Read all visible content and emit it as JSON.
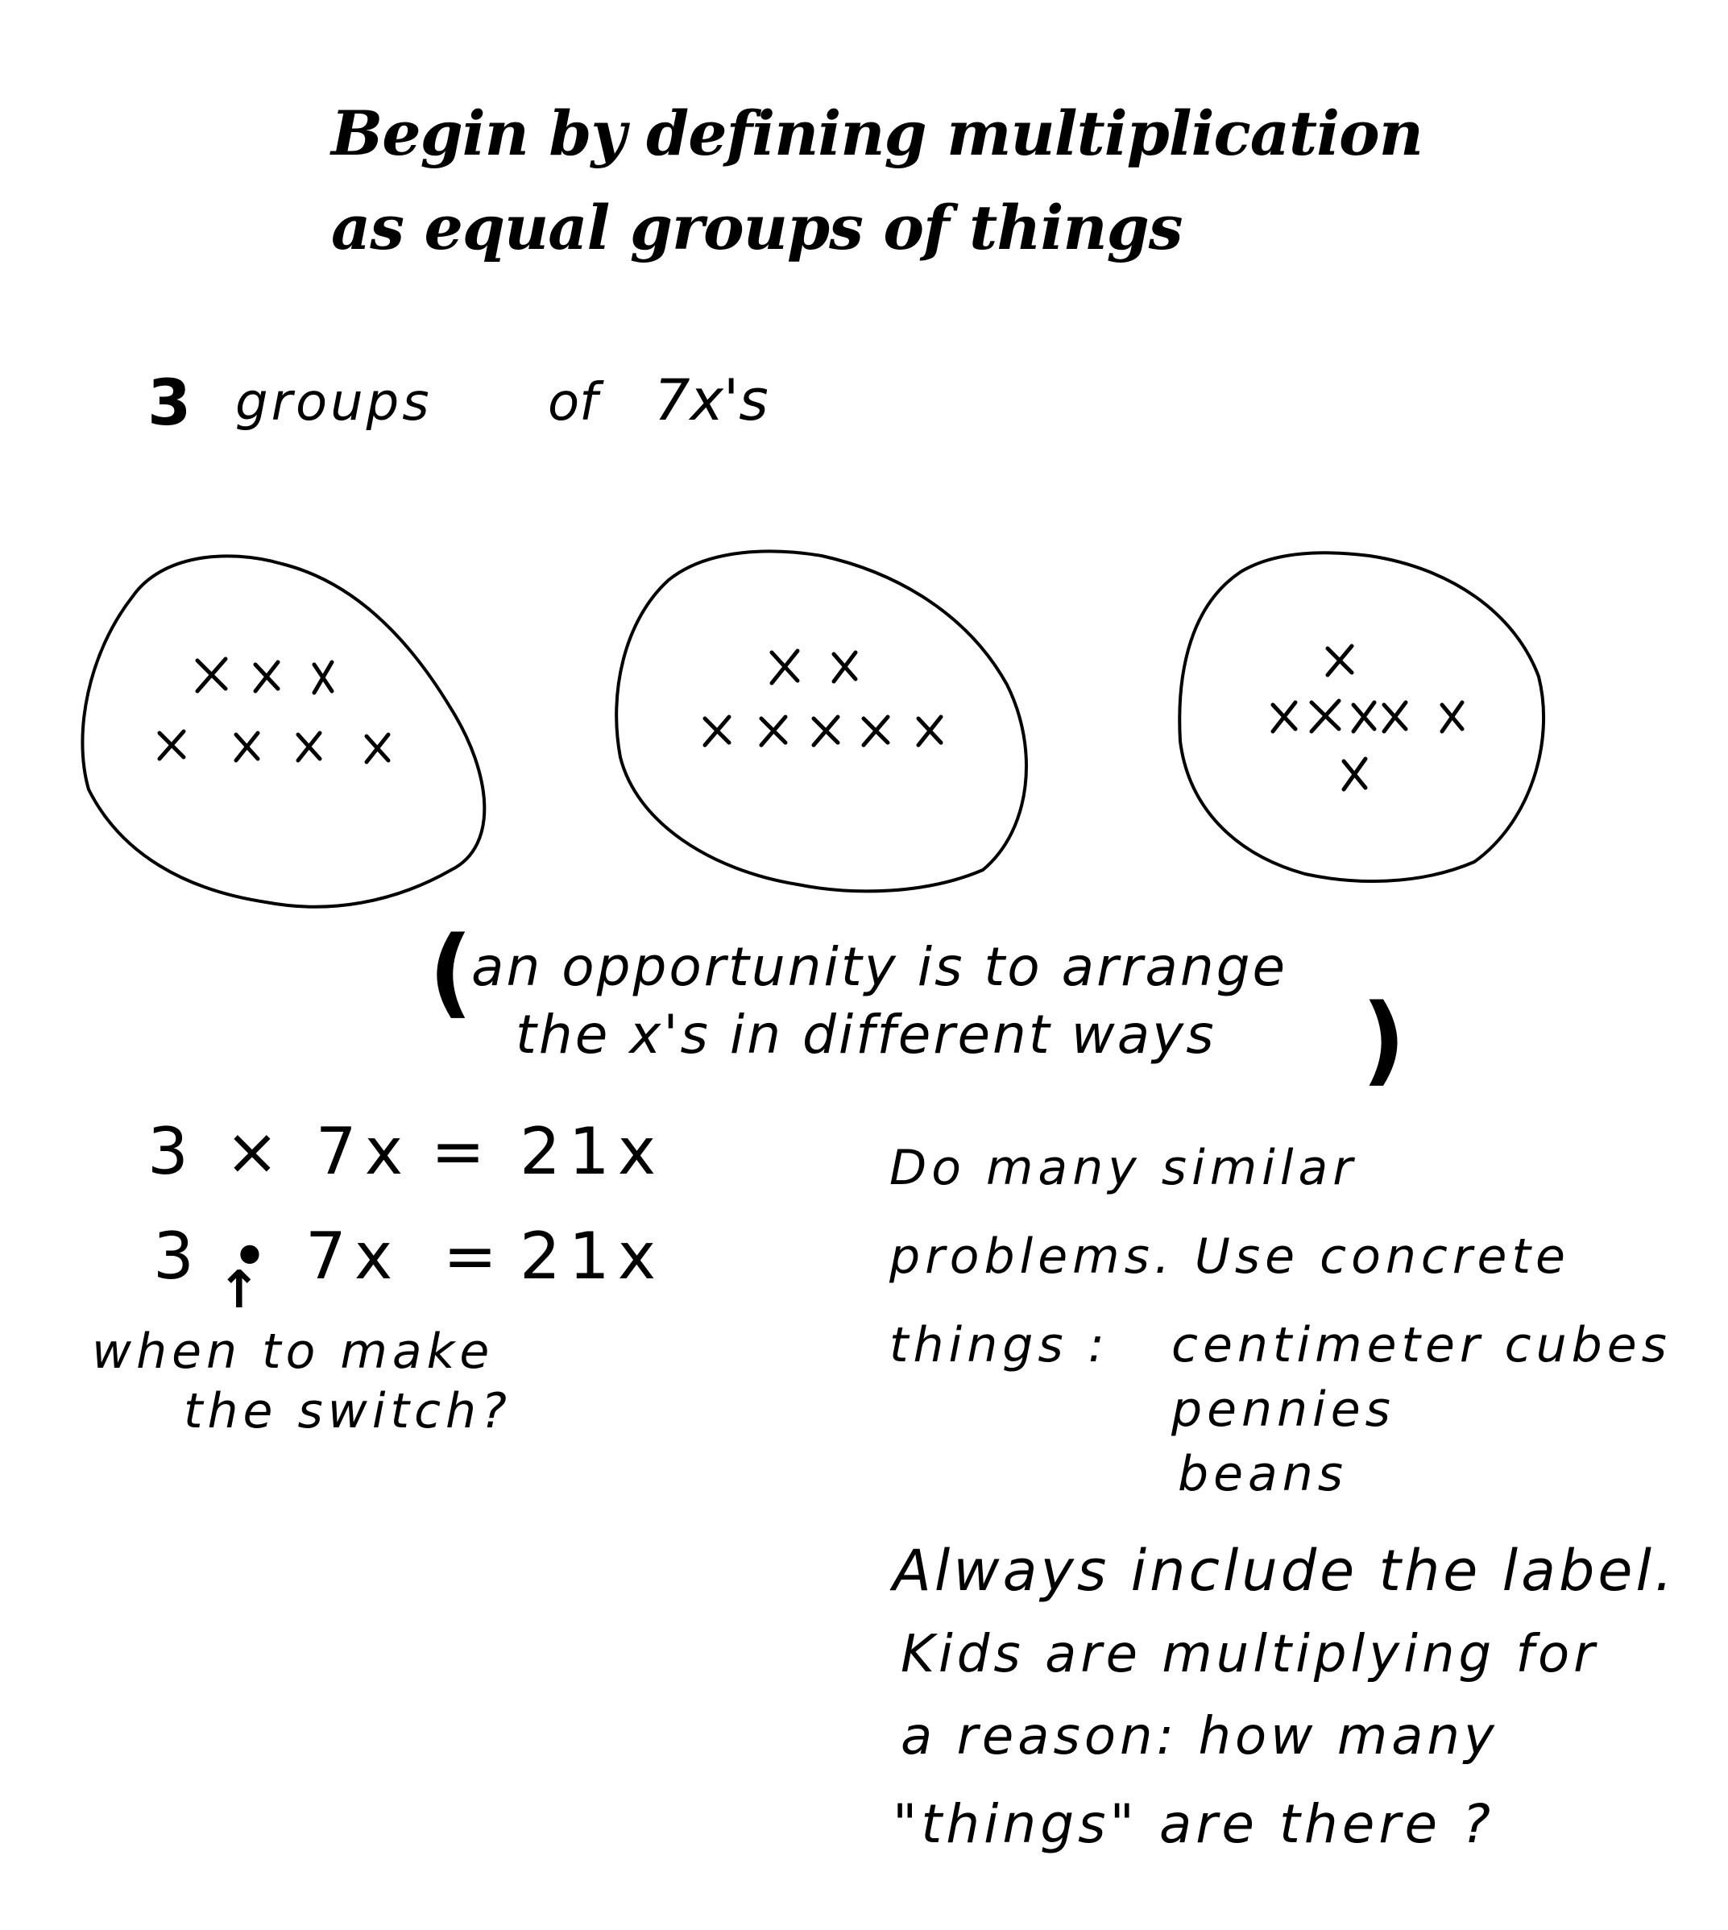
{
  "title": {
    "line1": "Begin by defining multiplication",
    "line2": "as equal groups of things"
  },
  "groups_caption": {
    "count": "3",
    "word": "groups",
    "of": "of",
    "item": "7x's"
  },
  "groups": [
    {
      "rows": [
        "x x x",
        "x x x x"
      ],
      "count": 7
    },
    {
      "rows": [
        "x x",
        "x x x x x"
      ],
      "count": 7
    },
    {
      "rows": [
        "x",
        "x x x x x",
        "x"
      ],
      "count": 7
    }
  ],
  "note": {
    "open_paren": "(",
    "line1": "an opportunity is to arrange",
    "line2": "the x's in different ways",
    "close_paren": ")"
  },
  "equations": [
    {
      "left": "3 × 7x",
      "equals": "=",
      "right": "21x"
    },
    {
      "left": "3 • 7x",
      "equals": "=",
      "right": "21x"
    }
  ],
  "switch_note": {
    "arrow": "↑",
    "line1": "when to make",
    "line2": "the switch?"
  },
  "advice": {
    "line1": "Do many similar",
    "line2": "problems. Use concrete",
    "line3_label": "things :",
    "items": [
      "centimeter cubes",
      "pennies",
      "beans"
    ]
  },
  "label_note": {
    "line1": "Always include the label.",
    "line2": "Kids are multiplying for",
    "line3": "a reason: how many",
    "line4": "\"things\" are there ?"
  }
}
